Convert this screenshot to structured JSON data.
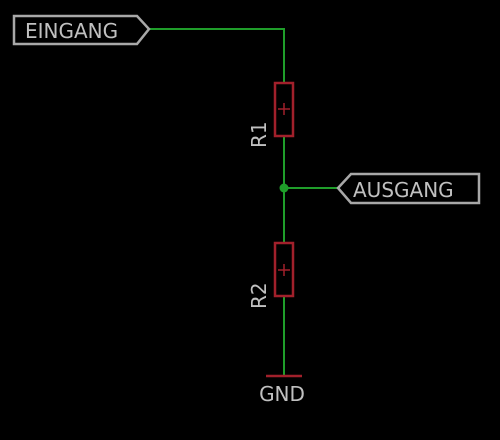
{
  "schematic": {
    "input_port": {
      "label": "EINGANG"
    },
    "output_port": {
      "label": "AUSGANG"
    },
    "resistor_r1": {
      "name": "R1"
    },
    "resistor_r2": {
      "name": "R2"
    },
    "ground": {
      "label": "GND"
    }
  },
  "colors": {
    "background": "#000000",
    "wire": "#1f9e2a",
    "junction": "#1f9e2a",
    "component": "#a1202b",
    "port_outline": "#a8a8a8",
    "text": "#c0c0c0"
  }
}
